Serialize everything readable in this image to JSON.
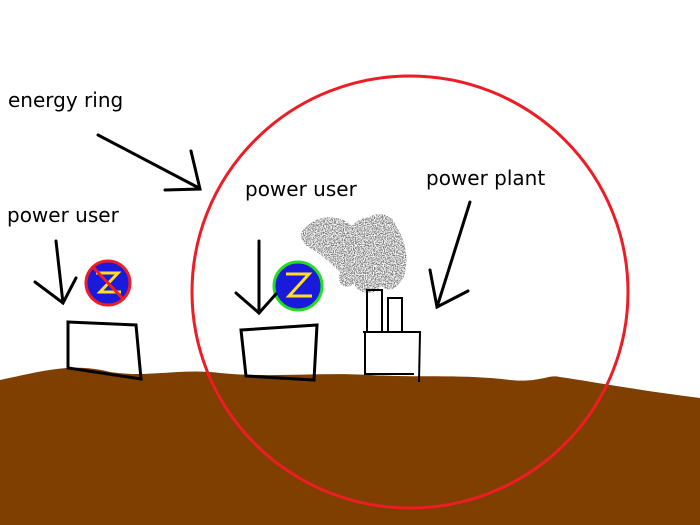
{
  "labels": {
    "energy_ring": "energy ring",
    "power_user_left": "power user",
    "power_user_center": "power user",
    "power_plant": "power plant"
  },
  "icons": {
    "left_power_user": "no-power-icon",
    "center_power_user": "power-icon"
  },
  "colors": {
    "background": "#ffffff",
    "ground": "#7f3f00",
    "energy_ring": "#ee1c24",
    "icon_fill": "#1a1adc",
    "bolt": "#ffdd22",
    "no_power_border": "#ee1c24",
    "powered_border": "#22dd22",
    "smoke": "#333333",
    "outline": "#000000"
  }
}
